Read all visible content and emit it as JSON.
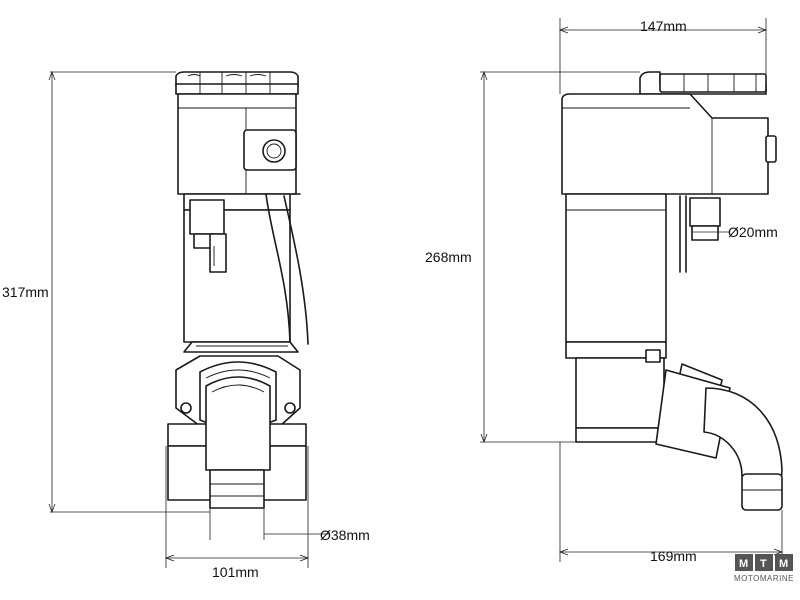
{
  "dimensions": {
    "overall_height": "317mm",
    "body_height": "268mm",
    "top_width": "147mm",
    "base_width": "101mm",
    "outlet_length": "169mm",
    "outlet_diameter": "Ø38mm",
    "inlet_diameter": "Ø20mm"
  },
  "logo": {
    "letters": [
      "M",
      "T",
      "M"
    ],
    "subtitle": "MOTOMARINE",
    "color": "#555555"
  }
}
